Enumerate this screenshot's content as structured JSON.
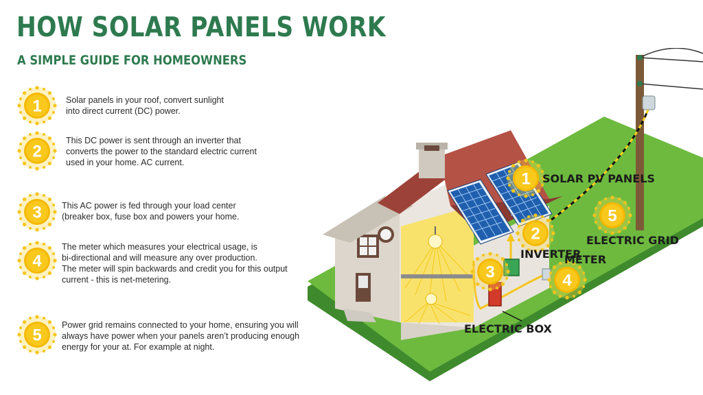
{
  "header": {
    "title": "HOW SOLAR PANELS WORK",
    "subtitle": "A SIMPLE GUIDE FOR HOMEOWNERS"
  },
  "colors": {
    "title_green": "#2e7a4f",
    "sun_yellow": "#f6c51c",
    "grass_green": "#6dba3f",
    "roof_red": "#a94a3f",
    "panel_blue": "#1f5fae"
  },
  "steps": [
    {
      "number": "1",
      "text": "Solar panels in your roof, convert sunlight\ninto direct current (DC) power."
    },
    {
      "number": "2",
      "text": "This DC power is sent through an inverter that\nconverts the power to the standard electric current\nused in your home. AC current."
    },
    {
      "number": "3",
      "text": "This AC power is fed through your load center\n(breaker box, fuse box and powers your home."
    },
    {
      "number": "4",
      "text": "The meter which measures your electrical usage, is\nbi-directional and will measure any over production.\nThe meter will spin backwards and credit you for this output\ncurrent - this is net-metering."
    },
    {
      "number": "5",
      "text": "Power grid remains connected to your home, ensuring you will\nalways have power when your panels aren’t producing enough\nenergy for your at. For example at night."
    }
  ],
  "callouts": [
    {
      "number": "1",
      "label": "SOLAR PV PANELS"
    },
    {
      "number": "2",
      "label": "INVERTER"
    },
    {
      "number": "3",
      "label": "ELECTRIC BOX"
    },
    {
      "number": "4",
      "label": "METER"
    },
    {
      "number": "5",
      "label": "ELECTRIC GRID"
    }
  ],
  "icons": {
    "step_badge": "sun-badge-icon",
    "house": "house-illustration",
    "panel": "solar-panel-icon",
    "pole": "utility-pole-icon"
  }
}
